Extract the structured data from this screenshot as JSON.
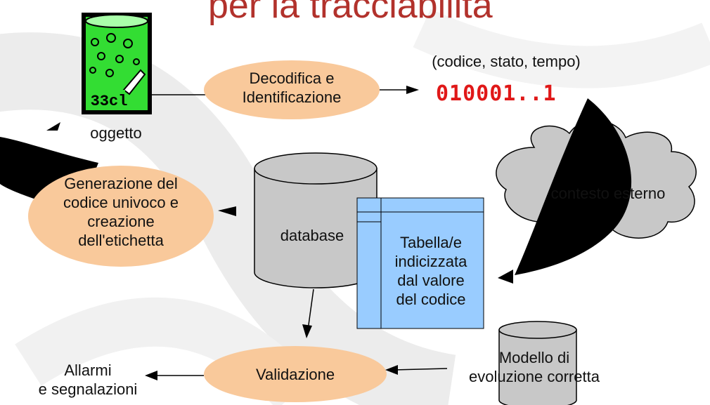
{
  "title": "per la tracciabilità",
  "object": {
    "label": "oggetto",
    "can_text": "33cl"
  },
  "decode": {
    "lines": [
      "Decodifica e",
      "Identificazione"
    ]
  },
  "tuple": "(codice, stato, tempo)",
  "code_value": "010001..1",
  "generation": {
    "lines": [
      "Generazione del",
      "codice univoco e",
      "creazione",
      "dell'etichetta"
    ]
  },
  "database": {
    "label": "database"
  },
  "table": {
    "lines": [
      "Tabella/e",
      "indicizzata",
      "dal valore",
      "del codice"
    ]
  },
  "cloud": {
    "text": "contesto esterno"
  },
  "validation": {
    "label": "Validazione"
  },
  "alarms": {
    "lines": [
      "Allarmi",
      "e segnalazioni"
    ]
  },
  "model": {
    "lines": [
      "Modello di",
      "evoluzione corretta"
    ]
  },
  "colors": {
    "ellipse_fill": "#f9c99b",
    "table_fill": "#99ccff",
    "can_green": "#33dd33",
    "title": "#b2322c",
    "code": "#e01818"
  }
}
